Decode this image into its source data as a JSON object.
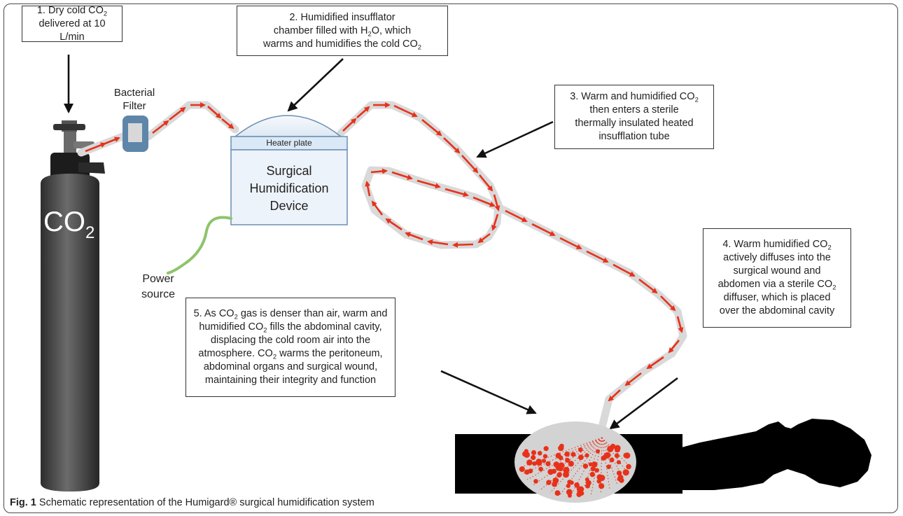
{
  "box1": {
    "line1": "1. Dry cold CO",
    "sub": "2",
    "line2": "delivered at 10 L/min"
  },
  "box2": {
    "line1": "2. Humidified insufflator",
    "line2a": "chamber filled with H",
    "sub": "2",
    "line2b": "O, which",
    "line3": "warms and humidifies the cold CO",
    "sub2": "2"
  },
  "box3": {
    "line1": "3. Warm and humidified CO",
    "sub": "2",
    "line2": "then enters a sterile",
    "line3": "thermally insulated heated",
    "line4": "insufflation tube"
  },
  "box4": {
    "line1": "4. Warm humidified CO",
    "sub": "2",
    "line2": "actively diffuses into the",
    "line3": "surgical wound and",
    "line4a": "abdomen via a sterile CO",
    "sub2": "2",
    "line5": "diffuser, which is placed",
    "line6": "over the abdominal cavity"
  },
  "box5": {
    "line1a": "5. As CO",
    "sub": "2",
    "line1b": " gas is denser than air, warm and",
    "line2a": "humidified CO",
    "sub2": "2",
    "line2b": " fills the abdominal cavity,",
    "line3": "displacing the cold room air into the",
    "line4a": "atmosphere. CO",
    "sub3": "2",
    "line4b": " warms the peritoneum,",
    "line5": "abdominal organs and surgical wound,",
    "line6": "maintaining their integrity and function"
  },
  "filter": {
    "line1": "Bacterial",
    "line2": "Filter"
  },
  "device": {
    "heater": "Heater plate",
    "line1": "Surgical",
    "line2": "Humidification",
    "line3": "Device"
  },
  "power": {
    "line1": "Power",
    "line2": "source"
  },
  "cylinder": {
    "label": "CO",
    "sub": "2"
  },
  "caption": {
    "fig": "Fig. 1",
    "text": " Schematic representation of the Humigard® surgical humidification system"
  },
  "colors": {
    "arrow_red": "#e8311a",
    "tube_gray": "#d9d9d9",
    "cable_green": "#8fc46a",
    "filter_blue": "#5e86a9",
    "device_fill": "#edf3fa",
    "cylinder_dark": "#3a3a3a"
  }
}
